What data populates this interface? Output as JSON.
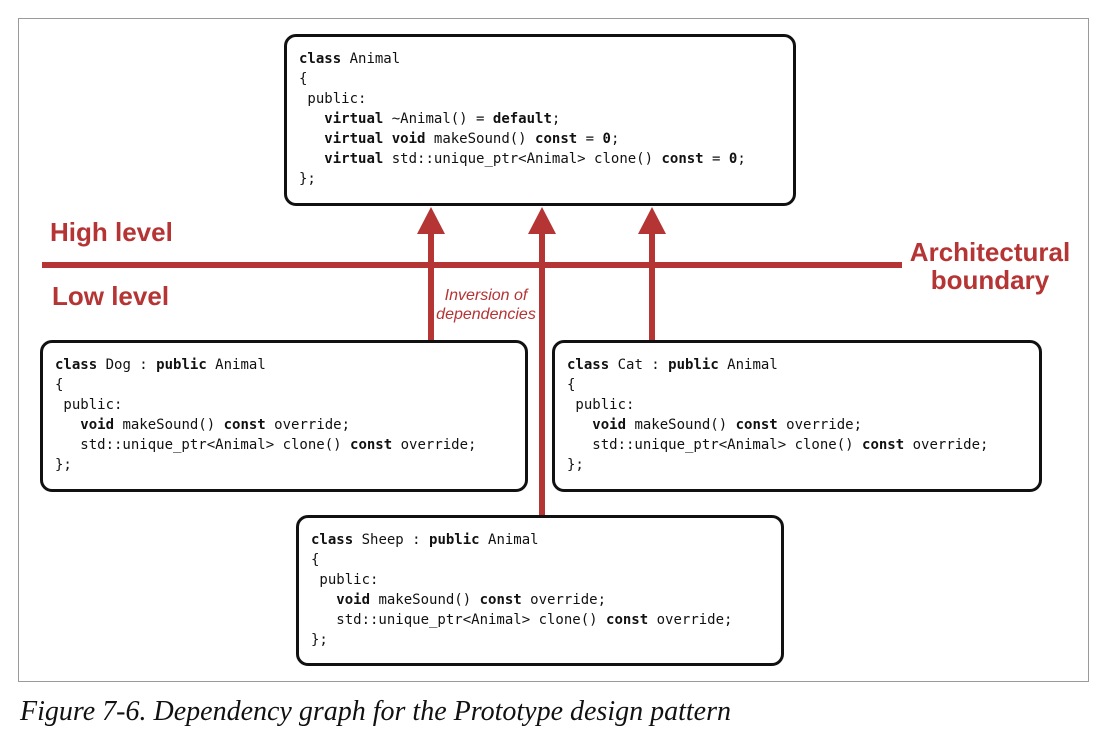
{
  "colors": {
    "accent": "#b53434",
    "border": "#111111",
    "frame": "#9a9a9a"
  },
  "labels": {
    "high_level": "High level",
    "low_level": "Low level",
    "architectural_boundary": [
      "Architectural",
      "boundary"
    ],
    "inversion_of_dependencies": [
      "Inversion of",
      "dependencies"
    ]
  },
  "boxes": {
    "animal": {
      "lines": [
        [
          {
            "t": "class",
            "b": true
          },
          {
            "t": " Animal"
          }
        ],
        [
          {
            "t": "{"
          }
        ],
        [
          {
            "t": " public:"
          }
        ],
        [
          {
            "t": "   "
          },
          {
            "t": "virtual",
            "b": true
          },
          {
            "t": " ~Animal() = "
          },
          {
            "t": "default",
            "b": true
          },
          {
            "t": ";"
          }
        ],
        [
          {
            "t": "   "
          },
          {
            "t": "virtual",
            "b": true
          },
          {
            "t": " "
          },
          {
            "t": "void",
            "b": true
          },
          {
            "t": " makeSound() "
          },
          {
            "t": "const",
            "b": true
          },
          {
            "t": " = "
          },
          {
            "t": "0",
            "b": true
          },
          {
            "t": ";"
          }
        ],
        [
          {
            "t": "   "
          },
          {
            "t": "virtual",
            "b": true
          },
          {
            "t": " std::unique_ptr<Animal> clone() "
          },
          {
            "t": "const",
            "b": true
          },
          {
            "t": " = "
          },
          {
            "t": "0",
            "b": true
          },
          {
            "t": ";"
          }
        ],
        [
          {
            "t": "};"
          }
        ]
      ]
    },
    "dog": {
      "lines": [
        [
          {
            "t": "class",
            "b": true
          },
          {
            "t": " Dog : "
          },
          {
            "t": "public",
            "b": true
          },
          {
            "t": " Animal"
          }
        ],
        [
          {
            "t": "{"
          }
        ],
        [
          {
            "t": " public:"
          }
        ],
        [
          {
            "t": "   "
          },
          {
            "t": "void",
            "b": true
          },
          {
            "t": " makeSound() "
          },
          {
            "t": "const",
            "b": true
          },
          {
            "t": " override;"
          }
        ],
        [
          {
            "t": "   std::unique_ptr<Animal> clone() "
          },
          {
            "t": "const",
            "b": true
          },
          {
            "t": " override;"
          }
        ],
        [
          {
            "t": "};"
          }
        ]
      ]
    },
    "cat": {
      "lines": [
        [
          {
            "t": "class",
            "b": true
          },
          {
            "t": " Cat : "
          },
          {
            "t": "public",
            "b": true
          },
          {
            "t": " Animal"
          }
        ],
        [
          {
            "t": "{"
          }
        ],
        [
          {
            "t": " public:"
          }
        ],
        [
          {
            "t": "   "
          },
          {
            "t": "void",
            "b": true
          },
          {
            "t": " makeSound() "
          },
          {
            "t": "const",
            "b": true
          },
          {
            "t": " override;"
          }
        ],
        [
          {
            "t": "   std::unique_ptr<Animal> clone() "
          },
          {
            "t": "const",
            "b": true
          },
          {
            "t": " override;"
          }
        ],
        [
          {
            "t": "};"
          }
        ]
      ]
    },
    "sheep": {
      "lines": [
        [
          {
            "t": "class",
            "b": true
          },
          {
            "t": " Sheep : "
          },
          {
            "t": "public",
            "b": true
          },
          {
            "t": " Animal"
          }
        ],
        [
          {
            "t": "{"
          }
        ],
        [
          {
            "t": " public:"
          }
        ],
        [
          {
            "t": "   "
          },
          {
            "t": "void",
            "b": true
          },
          {
            "t": " makeSound() "
          },
          {
            "t": "const",
            "b": true
          },
          {
            "t": " override;"
          }
        ],
        [
          {
            "t": "   std::unique_ptr<Animal> clone() "
          },
          {
            "t": "const",
            "b": true
          },
          {
            "t": " override;"
          }
        ],
        [
          {
            "t": "};"
          }
        ]
      ]
    }
  },
  "caption": "Figure 7-6. Dependency graph for the Prototype design pattern"
}
